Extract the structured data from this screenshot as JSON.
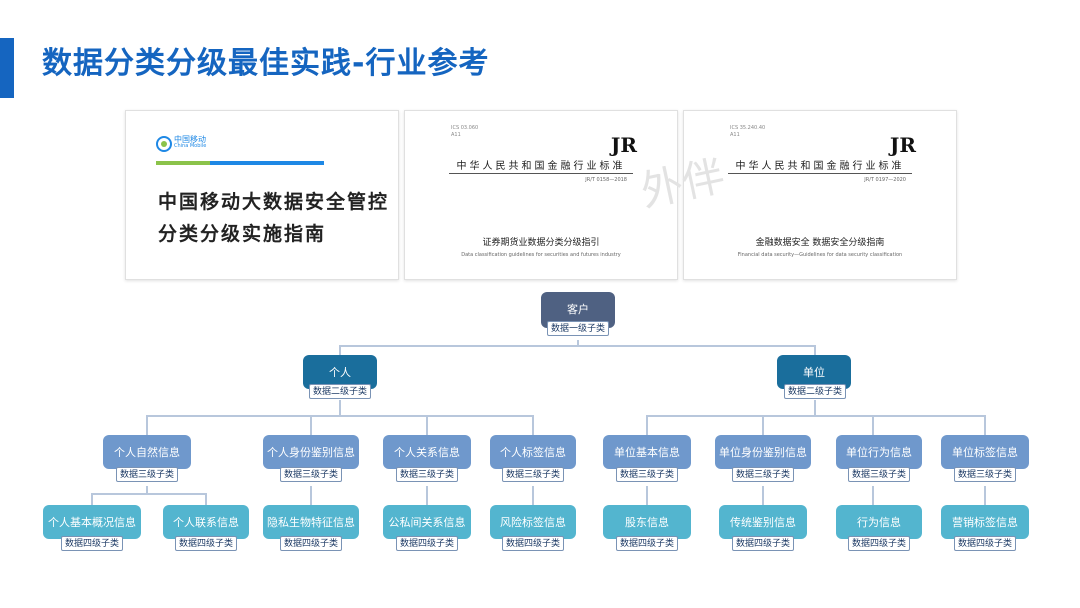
{
  "header": {
    "title": "数据分类分级最佳实践-行业参考"
  },
  "colors": {
    "accent": "#1565c0",
    "level0": "#4f6182",
    "level1": "#1a6e9c",
    "level2": "#6f98cc",
    "level3": "#53b5cf"
  },
  "documents": {
    "china_mobile": {
      "logo_cn": "中国移动",
      "logo_en": "China Mobile",
      "title_line1": "中国移动大数据安全管控",
      "title_line2": "分类分级实施指南"
    },
    "jr_securities": {
      "code": "ICS 03.060\nA11",
      "logo": "JR",
      "standard": "中华人民共和国金融行业标准",
      "number": "JR/T 0158—2018",
      "title": "证券期货业数据分类分级指引",
      "subtitle": "Data classification guidelines for securities and futures industry"
    },
    "jr_finance": {
      "code": "ICS 35.240.40\nA11",
      "logo": "JR",
      "standard": "中华人民共和国金融行业标准",
      "number": "JR/T 0197—2020",
      "title": "金融数据安全  数据安全分级指南",
      "subtitle": "Financial data security—Guidelines for data security classification"
    }
  },
  "watermark": "外伴",
  "tree": {
    "root": {
      "label": "客户",
      "tag": "数据一级子类"
    },
    "level1": [
      {
        "label": "个人",
        "tag": "数据二级子类"
      },
      {
        "label": "单位",
        "tag": "数据二级子类"
      }
    ],
    "level2": [
      {
        "label": "个人自然信息",
        "tag": "数据三级子类"
      },
      {
        "label": "个人身份鉴别信息",
        "tag": "数据三级子类"
      },
      {
        "label": "个人关系信息",
        "tag": "数据三级子类"
      },
      {
        "label": "个人标签信息",
        "tag": "数据三级子类"
      },
      {
        "label": "单位基本信息",
        "tag": "数据三级子类"
      },
      {
        "label": "单位身份鉴别信息",
        "tag": "数据三级子类"
      },
      {
        "label": "单位行为信息",
        "tag": "数据三级子类"
      },
      {
        "label": "单位标签信息",
        "tag": "数据三级子类"
      }
    ],
    "level3": [
      {
        "label": "个人基本概况信息",
        "tag": "数据四级子类"
      },
      {
        "label": "个人联系信息",
        "tag": "数据四级子类"
      },
      {
        "label": "隐私生物特征信息",
        "tag": "数据四级子类"
      },
      {
        "label": "公私间关系信息",
        "tag": "数据四级子类"
      },
      {
        "label": "风险标签信息",
        "tag": "数据四级子类"
      },
      {
        "label": "股东信息",
        "tag": "数据四级子类"
      },
      {
        "label": "传统鉴别信息",
        "tag": "数据四级子类"
      },
      {
        "label": "行为信息",
        "tag": "数据四级子类"
      },
      {
        "label": "营销标签信息",
        "tag": "数据四级子类"
      }
    ]
  }
}
